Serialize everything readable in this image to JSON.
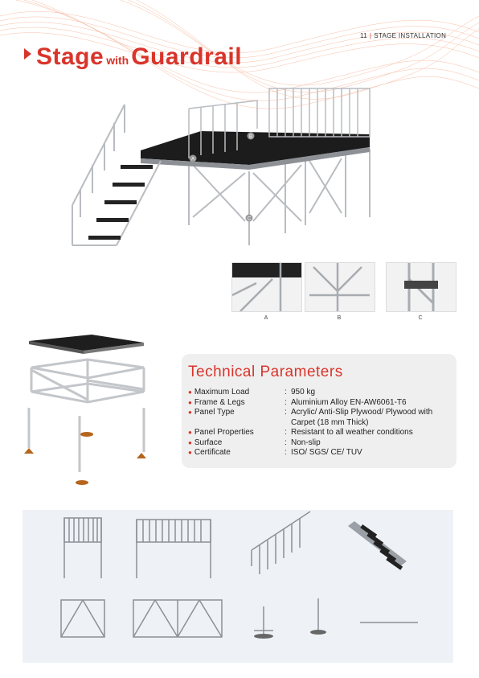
{
  "header": {
    "page_number": "11",
    "section": "STAGE INSTALLATION"
  },
  "title": {
    "part1": "Stage",
    "part2": "with",
    "part3": "Guardrail"
  },
  "details": [
    {
      "label": "A"
    },
    {
      "label": "B"
    },
    {
      "label": "C"
    }
  ],
  "callouts": [
    "A",
    "B",
    "C"
  ],
  "technical": {
    "heading": "Technical Parameters",
    "rows": [
      {
        "key": "Maximum Load",
        "value": "950 kg"
      },
      {
        "key": "Frame & Legs",
        "value": "Aluminium Alloy EN-AW6061-T6"
      },
      {
        "key": "Panel Type",
        "value": "Acrylic/ Anti-Slip Plywood/ Plywood with Carpet (18 mm Thick)"
      },
      {
        "key": "Panel Properties",
        "value": "Resistant to all weather conditions"
      },
      {
        "key": "Surface",
        "value": "Non-slip"
      },
      {
        "key": "Certificate",
        "value": "ISO/ SGS/ CE/ TUV"
      }
    ]
  },
  "colors": {
    "accent": "#d9342b",
    "panel_bg": "#efefef",
    "parts_bg": "#eef2f7"
  }
}
